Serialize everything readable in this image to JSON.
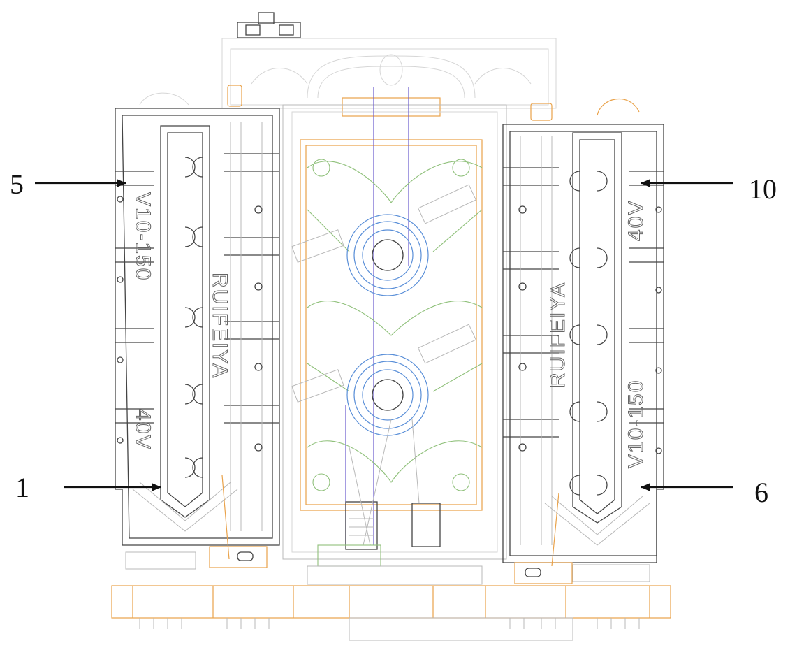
{
  "labels": {
    "left_top": "5",
    "left_bottom": "1",
    "right_top": "10",
    "right_bottom": "6"
  },
  "engraving": {
    "model": "V10-150",
    "brand": "RUIFEIYA",
    "voltage": "40V"
  },
  "colors": {
    "outline": "#444444",
    "accent_orange": "#e9a24a",
    "accent_green": "#8fc07a",
    "accent_blue": "#5a8fd8",
    "accent_purple": "#6a5acd"
  }
}
